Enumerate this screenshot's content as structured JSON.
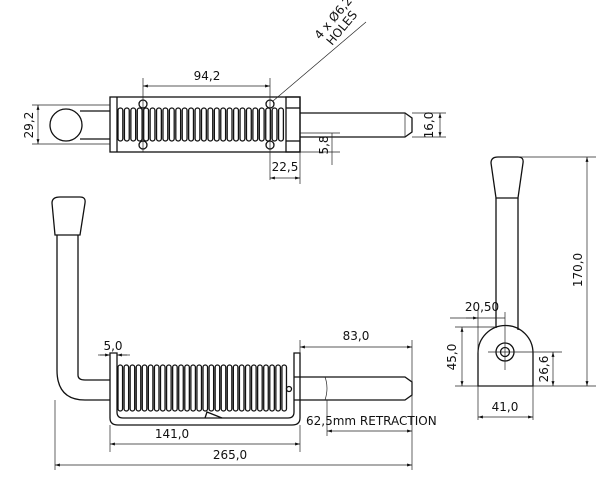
{
  "drawing": {
    "top_view": {
      "spacing_holes": "94,2",
      "housing_height": "29,2",
      "pin_diameter": "16,0",
      "offset": "5,8",
      "flange_width": "22,5",
      "holes_note_line1": "4 x Ø6,2",
      "holes_note_line2": "HOLES"
    },
    "side_view": {
      "plate_thickness": "5,0",
      "pin_projection": "83,0",
      "bracket_length": "141,0",
      "overall_length": "265,0",
      "retraction_note": "62,5mm RETRACTION"
    },
    "end_view": {
      "overall_height": "170,0",
      "handle_offset": "20,50",
      "base_height": "45,0",
      "pin_center_height": "26,6",
      "base_width": "41,0"
    },
    "colors": {
      "line": "#111111",
      "background": "#ffffff"
    }
  }
}
